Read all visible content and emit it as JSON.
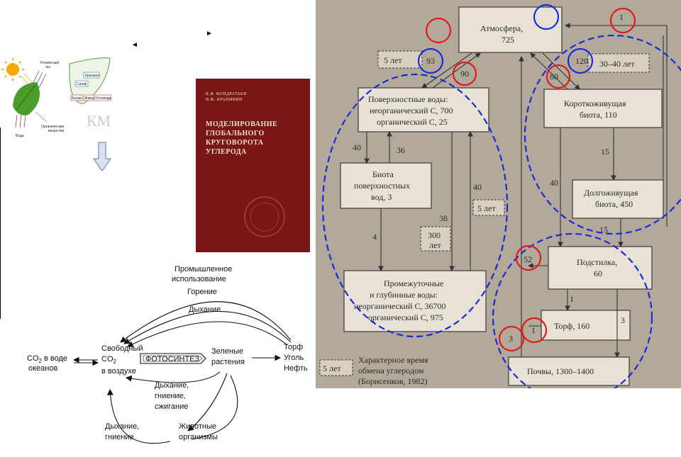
{
  "nav": {
    "prev_symbol": "◄",
    "next_symbol": "►"
  },
  "photosynthesis_illustration": {
    "co2_label_1": "Углекислый",
    "co2_label_2": "газ",
    "water_label": "Вода",
    "organic_label_1": "Органические",
    "organic_label_2": "вещества",
    "starch_label": "Крахмал",
    "sugar_label": "Сахар",
    "proteins_label": "Белки",
    "fats_label": "Жиры",
    "carbs_label": "Углеводы",
    "watermark": "КМ"
  },
  "book_cover": {
    "authors_line1": "К.Я. КОНДРАТЬЕВ",
    "authors_line2": "В.Ф. КРАПИВИН",
    "title_line1": "МОДЕЛИРОВАНИЕ",
    "title_line2": "ГЛОБАЛЬНОГО",
    "title_line3": "КРУГОВОРОТА",
    "title_line4": "УГЛЕРОДА"
  },
  "carbon_cycle_diagram": {
    "industrial_1": "Промышленное",
    "industrial_2": "использование",
    "burning": "Горение",
    "breathing_top": "Дыхание",
    "ocean_co2_1": "CO",
    "ocean_co2_sub": "2",
    "ocean_co2_2": " в воде",
    "oceans": "океанов",
    "free_1": "Свободный",
    "free_co2": "CO",
    "free_co2_sub": "2",
    "free_air": "в воздухе",
    "photosynthesis": "ФОТОСИНТЕЗ",
    "green_1": "Зеленые",
    "green_2": "растения",
    "peat": "Торф",
    "coal": "Уголь",
    "oil": "Нефть",
    "resp_mid_1": "Дыхание,",
    "resp_mid_2": "гниение,",
    "resp_mid_3": "сжигание",
    "resp_low_1": "Дыхание,",
    "resp_low_2": "гниение",
    "animals_1": "Животные",
    "animals_2": "организмы"
  },
  "reservoir_diagram": {
    "atmosphere": "Атмосфера,",
    "atmosphere_val": "725",
    "surface_water_1": "Поверхностные воды:",
    "surface_water_2": "неорганический С, 700",
    "surface_water_3": "органический С, 25",
    "biota_surface_1": "Биота",
    "biota_surface_2": "поверхностных",
    "biota_surface_3": "вод, 3",
    "deep_water_1": "Промежуточные",
    "deep_water_2": "и глубинные воды:",
    "deep_water_3": "неорганический С, 36700",
    "deep_water_4": "органический С, 975",
    "short_biota_1": "Короткоживущая",
    "short_biota_2": "биота, 110",
    "long_biota_1": "Долгоживущая",
    "long_biota_2": "биота, 450",
    "litter_1": "Подстилка,",
    "litter_2": "60",
    "peat_box": "Торф, 160",
    "soils_box": "Почвы, 1300–1400",
    "time_5": "5 лет",
    "time_30_40": "30–40 лет",
    "time_300_1": "300",
    "time_300_2": "лет",
    "time_5b": "5 лет",
    "legend_box": "5 лет",
    "legend_1": "Характерное время",
    "legend_2": "обмена углеродом",
    "legend_3": "(Борисенков, 1982)",
    "flow_93": "93",
    "flow_90": "90",
    "flow_120": "120",
    "flow_60": "60",
    "flow_1_top": "1",
    "flow_40a": "40",
    "flow_36": "36",
    "flow_38": "38",
    "flow_40b": "40",
    "flow_4": "4",
    "flow_15a": "15",
    "flow_40c": "40",
    "flow_15b": "15",
    "flow_52": "52",
    "flow_1_mid": "1",
    "flow_3a": "3",
    "flow_1_low": "1",
    "flow_3b": "3",
    "colors": {
      "red_circle": "#e01b1b",
      "blue_circle": "#1a2bd6",
      "paper": "#b6ad9f",
      "book": "#7a1616"
    }
  }
}
